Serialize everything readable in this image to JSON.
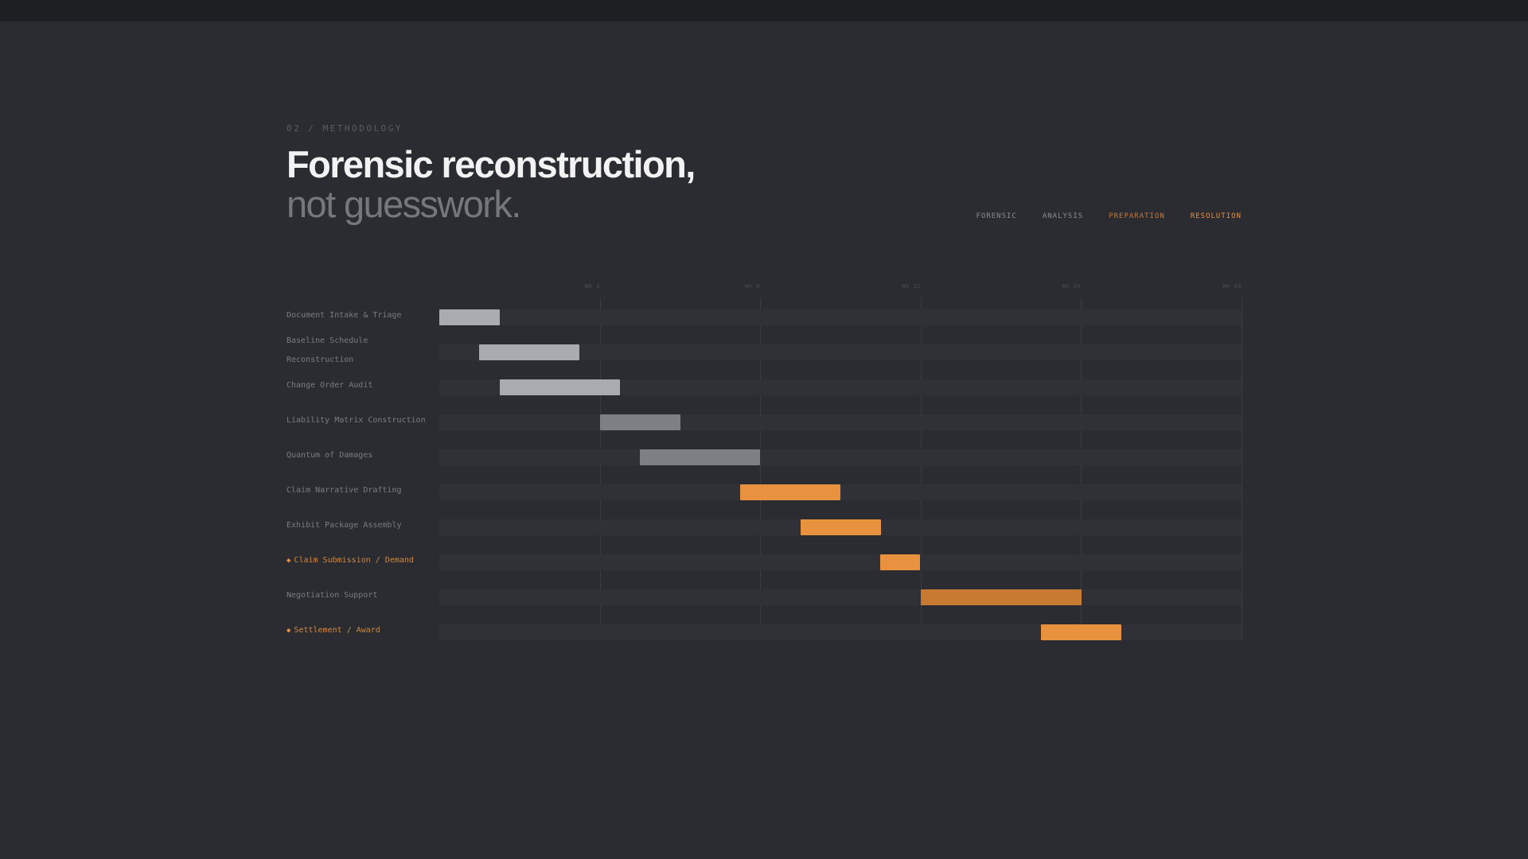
{
  "eyebrow": "02 / METHODOLOGY",
  "title": {
    "line1": "Forensic reconstruction,",
    "line2": "not guesswork."
  },
  "legend": [
    {
      "label": "FORENSIC",
      "color": "#8b8d92"
    },
    {
      "label": "ANALYSIS",
      "color": "#8b8d92"
    },
    {
      "label": "PREPARATION",
      "color": "#c27a3a"
    },
    {
      "label": "RESOLUTION",
      "color": "#e8913e"
    }
  ],
  "colors": {
    "forensic": "#a9abb0",
    "analysis": "#7d7f85",
    "preparation": "#e8913e",
    "resolution": "#c97a32",
    "milestone_text": "#c98a4b"
  },
  "chart_data": {
    "type": "gantt",
    "x_unit": "weeks",
    "xlim": [
      0,
      20
    ],
    "x_ticks": [
      {
        "label": "WK 4",
        "value": 4
      },
      {
        "label": "WK 8",
        "value": 8
      },
      {
        "label": "WK 12",
        "value": 12
      },
      {
        "label": "WK 16",
        "value": 16
      },
      {
        "label": "WK 20",
        "value": 20
      }
    ],
    "gridlines": [
      4,
      8,
      12,
      16,
      20
    ],
    "tasks": [
      {
        "name": "Document Intake & Triage",
        "start": 0,
        "end": 1.5,
        "phase": "forensic",
        "milestone": false
      },
      {
        "name": "Baseline Schedule Reconstruction",
        "start": 1,
        "end": 3.5,
        "phase": "forensic",
        "milestone": false
      },
      {
        "name": "Change Order Audit",
        "start": 1.5,
        "end": 4.5,
        "phase": "forensic",
        "milestone": false
      },
      {
        "name": "Liability Matrix Construction",
        "start": 4,
        "end": 6,
        "phase": "analysis",
        "milestone": false
      },
      {
        "name": "Quantum of Damages",
        "start": 5,
        "end": 8,
        "phase": "analysis",
        "milestone": false
      },
      {
        "name": "Claim Narrative Drafting",
        "start": 7.5,
        "end": 10,
        "phase": "preparation",
        "milestone": false
      },
      {
        "name": "Exhibit Package Assembly",
        "start": 9,
        "end": 11,
        "phase": "preparation",
        "milestone": false
      },
      {
        "name": "Claim Submission / Demand",
        "start": 11,
        "end": 12,
        "phase": "preparation",
        "milestone": true
      },
      {
        "name": "Negotiation Support",
        "start": 12,
        "end": 16,
        "phase": "resolution",
        "milestone": false
      },
      {
        "name": "Settlement / Award",
        "start": 15,
        "end": 17,
        "phase": "preparation",
        "milestone": true
      }
    ]
  }
}
